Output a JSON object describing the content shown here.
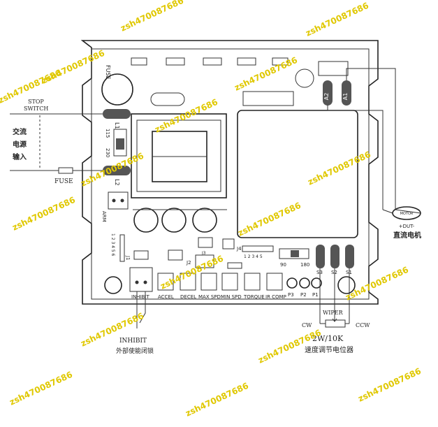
{
  "labels": {
    "stop_switch_1": "STOP",
    "stop_switch_2": "SWITCH",
    "ac_input_1": "交流",
    "ac_input_2": "电源",
    "ac_input_3": "输入",
    "fuse_outer": "FUSE",
    "fuse_board": "FUSE",
    "l1": "L1",
    "l2": "L2",
    "v115": "115",
    "v230": "230",
    "arm": "ARM",
    "j1": "J1",
    "j2": "J2",
    "j3": "J3",
    "j4": "J4",
    "j1_pins": "1 2 3 4 5 6",
    "j4_pins": "1 2 3 4 5",
    "a1": "A1",
    "a2": "A2",
    "dut": "+DUT-",
    "motor": "直流电机",
    "motor_icon": "MOTOR",
    "rng_90": "90",
    "rng_180": "180",
    "s1": "S1",
    "s2": "S2",
    "s3": "S3",
    "p1": "P1",
    "p2": "P2",
    "p3": "P3",
    "inhibit_board": "INHIBIT",
    "accel": "ACCEL",
    "decel": "DECEL",
    "max_spd": "MAX SPD",
    "min_spd": "MIN SPD",
    "torque": "TORQUE",
    "ir_comp": "IR COMP",
    "wiper": "WIPER",
    "cw": "CW",
    "ccw": "CCW",
    "pot_spec": "2W/10K",
    "pot_desc": "速度调节电位器",
    "inhibit_outer": "INHIBIT",
    "inhibit_desc": "外部使能闭锁"
  },
  "watermark": "zsh470087686",
  "colors": {
    "line": "#333333",
    "watermark": "#e0c800",
    "fill_dark": "#555555"
  }
}
